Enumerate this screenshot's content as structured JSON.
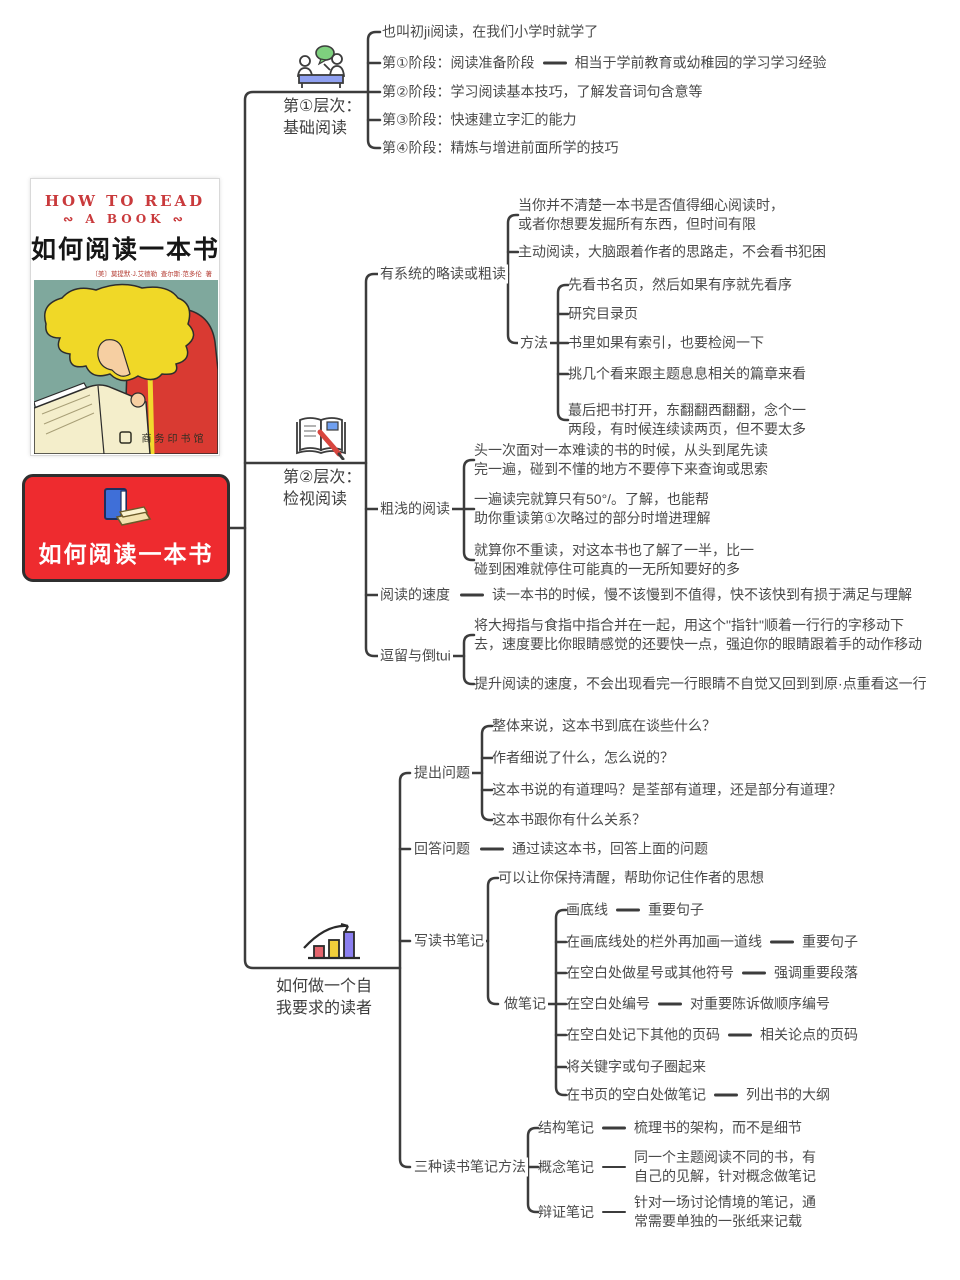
{
  "root": {
    "label": "如何阅读一本书"
  },
  "cover": {
    "title_en_1": "HOW TO READ",
    "title_en_2": "∾ A BOOK ∾",
    "title_cn": "如何阅读一本书",
    "author": "〔美〕莫提默·J.艾德勒  查尔斯·范多伦  著",
    "publisher": "商务印书馆"
  },
  "branch1": {
    "label": "第①层次：\n基础阅读",
    "items": {
      "i1": "也叫初ji阅读，在我们小学时就学了",
      "i2a": "第①阶段：阅读准备阶段",
      "i2b": "相当于学前教育或幼稚园的学习学习经验",
      "i3": "第②阶段：学习阅读基本技巧，了解发音词句含意等",
      "i4": "第③阶段：快速建立字汇的能力",
      "i5": "第④阶段：精炼与增进前面所学的技巧"
    }
  },
  "branch2": {
    "label": "第②层次：\n检视阅读",
    "skim": {
      "label": "有系统的略读或粗读",
      "i1": "当你并不清楚一本书是否值得细心阅读时，\n或者你想要发掘所有东西，但时间有限",
      "i2": "主动阅读，大脑跟着作者的思路走，不会看书犯困",
      "method": {
        "label": "方法",
        "i1": "先看书名页，然后如果有序就先看序",
        "i2": "研究目录页",
        "i3": "书里如果有索引，也要检阅一下",
        "i4": "挑几个看来跟主题息息相关的篇章来看",
        "i5": "蕞后把书打开，东翻翻西翻翻，念个一\n两段，有时候连续读两页，但不要太多"
      }
    },
    "shallow": {
      "label": "粗浅的阅读",
      "i1": "头一次面对一本难读的书的时候，从头到尾先读\n完一遍，碰到不懂的地方不要停下来查询或思索",
      "i2": "一遍读完就算只有50°/。了解，也能帮\n助你重读第①次略过的部分时增进理解",
      "i3": "就算你不重读，对这本书也了解了一半，比一\n碰到困难就停住可能真的一无所知要好的多"
    },
    "speed": {
      "label": "阅读的速度",
      "desc": "读一本书的时候，慢不该慢到不值得，快不该快到有损于满足与理解"
    },
    "pause": {
      "label": "逗留与倒tui",
      "i1": "将大拇指与食指中指合并在一起，用这个\"指针\"顺着一行行的字移动下\n去，速度要比你眼睛感觉的还要快一点，强迫你的眼睛跟着手的动作移动",
      "i2": "提升阅读的速度，不会出现看完一行眼睛不自觉又回到到原·点重看这一行"
    }
  },
  "branch3": {
    "label": "如何做一个自\n我要求的读者",
    "ask": {
      "label": "提出问题",
      "i1": "整体来说，这本书到底在谈些什么？",
      "i2": "作者细说了什么，怎么说的？",
      "i3": "这本书说的有道理吗？是荃部有道理，还是部分有道理？",
      "i4": "这本书跟你有什么关系？"
    },
    "answer": {
      "label": "回答问题",
      "desc": "通过读这本书，回答上面的问题"
    },
    "notes": {
      "label": "写读书笔记",
      "i1": "可以让你保持清醒，帮助你记住作者的思想",
      "taking": {
        "label": "做笔记",
        "i1a": "画底线",
        "i1b": "重要句子",
        "i2a": "在画底线处的栏外再加画一道线",
        "i2b": "重要句子",
        "i3a": "在空白处做星号或其他符号",
        "i3b": "强调重要段落",
        "i4a": "在空白处编号",
        "i4b": "对重要陈诉做顺序编号",
        "i5a": "在空白处记下其他的页码",
        "i5b": "相关论点的页码",
        "i6": "将关键字或句子圈起来",
        "i7a": "在书页的空白处做笔记",
        "i7b": "列出书的大纲"
      }
    },
    "methods": {
      "label": "三种读书笔记方法",
      "i1a": "结构笔记",
      "i1b": "梳理书的架构，而不是细节",
      "i2a": "概念笔记",
      "i2b": "同一个主题阅读不同的书，有\n自己的见解，针对概念做笔记",
      "i3a": "辩证笔记",
      "i3b": "针对一场讨论情境的笔记，通\n常需要单独的一张纸来记载"
    }
  }
}
